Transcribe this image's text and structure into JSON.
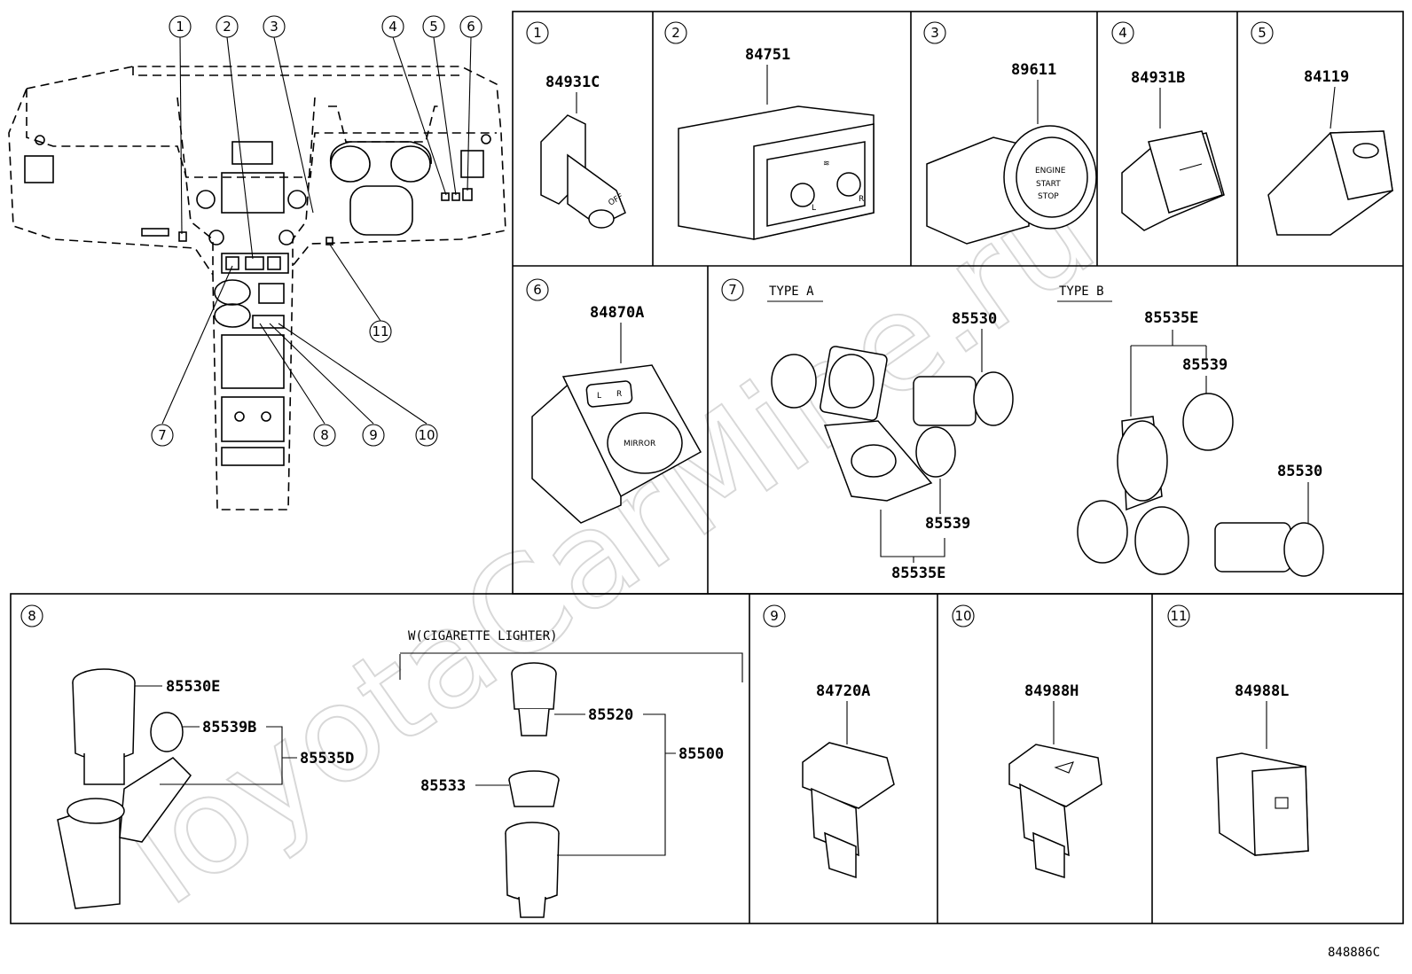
{
  "watermark": "ToyotaCarMine.ru",
  "diagram_code": "848886C",
  "overview_callouts": [
    "1",
    "2",
    "3",
    "4",
    "5",
    "6",
    "7",
    "8",
    "9",
    "10",
    "11"
  ],
  "panels": [
    {
      "num": "1",
      "parts": [
        "84931C"
      ]
    },
    {
      "num": "2",
      "parts": [
        "84751"
      ]
    },
    {
      "num": "3",
      "parts": [
        "89611"
      ],
      "button_text": [
        "ENGINE",
        "START",
        "STOP"
      ]
    },
    {
      "num": "4",
      "parts": [
        "84931B"
      ]
    },
    {
      "num": "5",
      "parts": [
        "84119"
      ]
    },
    {
      "num": "6",
      "parts": [
        "84870A"
      ],
      "button_text": [
        "MIRROR",
        "L",
        "R"
      ]
    },
    {
      "num": "7",
      "types": [
        "TYPE A",
        "TYPE B"
      ],
      "type_a_parts": [
        "85530",
        "85539",
        "85535E"
      ],
      "type_b_parts": [
        "85535E",
        "85539",
        "85530"
      ]
    },
    {
      "num": "8",
      "note": "W(CIGARETTE LIGHTER)",
      "parts": [
        "85530E",
        "85539B",
        "85535D",
        "85520",
        "85500",
        "85533"
      ]
    },
    {
      "num": "9",
      "parts": [
        "84720A"
      ]
    },
    {
      "num": "10",
      "parts": [
        "84988H"
      ]
    },
    {
      "num": "11",
      "parts": [
        "84988L"
      ]
    }
  ],
  "knob_labels": [
    "L",
    "R"
  ],
  "icon_text": {
    "off": "OFF"
  }
}
